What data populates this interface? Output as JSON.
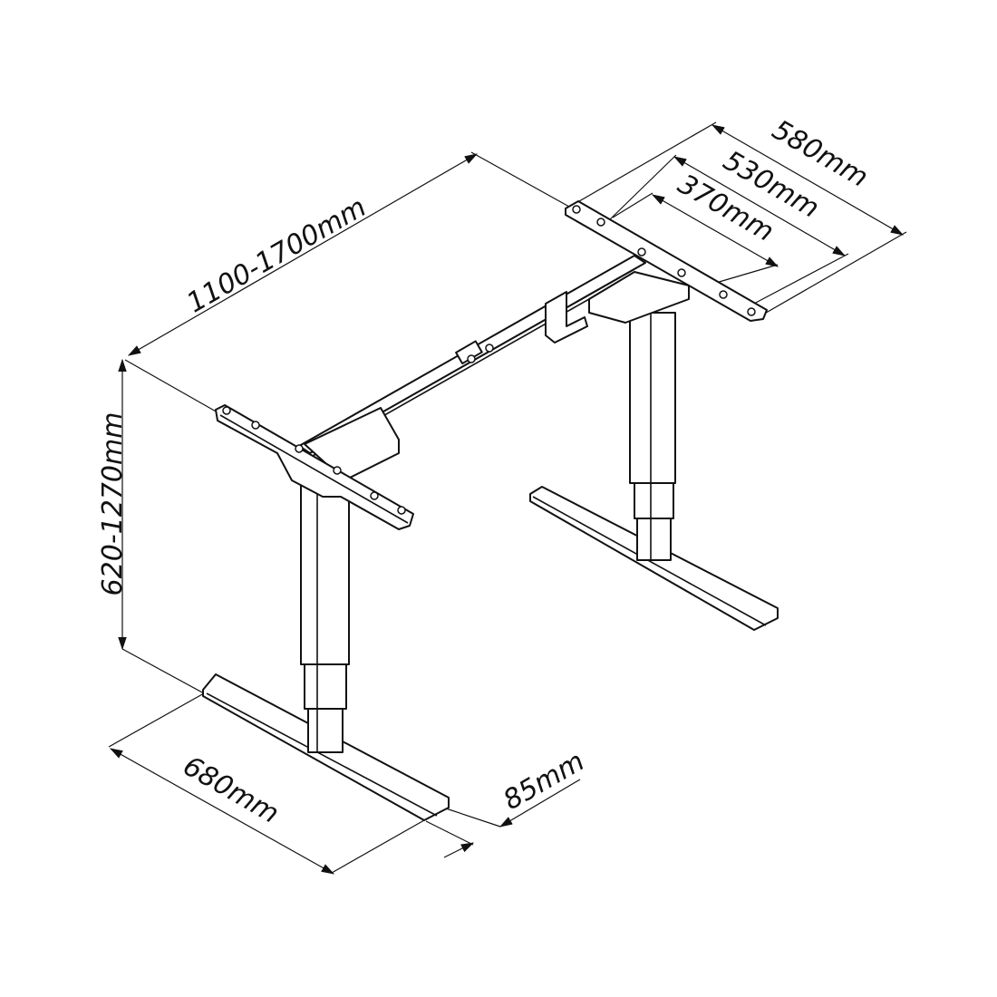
{
  "dimensions": {
    "width_range": "1100-1700mm",
    "top_plate_outer": "580mm",
    "top_plate_mid": "530mm",
    "top_plate_inner": "370mm",
    "height_range": "620-1270mm",
    "foot_length": "680mm",
    "foot_width": "85mm"
  },
  "colors": {
    "line": "#111111",
    "background": "#ffffff"
  }
}
